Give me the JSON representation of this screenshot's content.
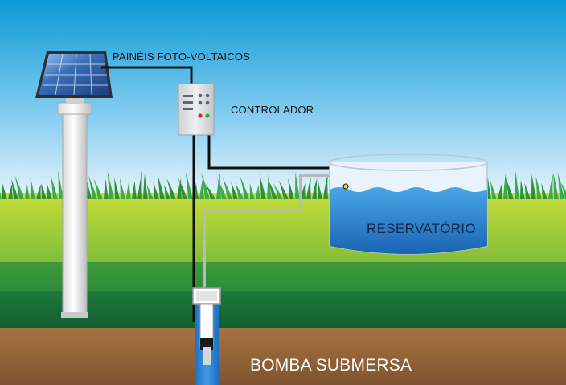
{
  "labels": {
    "panels": "PAINÉIS FOTO-VOLTAICOS",
    "controller": "CONTROLADOR",
    "reservoir": "RESERVATÓRIO",
    "pump": "BOMBA SUBMERSA"
  },
  "colors": {
    "sky_top": "#0a9ad6",
    "sky_bottom": "#e6f4fb",
    "grass_light": "#b6d231",
    "grass_mid": "#4aa03a",
    "grass_dark": "#186a36",
    "soil": "#9a6a3c",
    "water": "#1f77c9",
    "cable": "#111111",
    "pipe": "#b7b7b7"
  },
  "icons": [
    "solar-panel-icon",
    "control-box-icon",
    "water-tank-icon",
    "submersible-pump-icon"
  ]
}
